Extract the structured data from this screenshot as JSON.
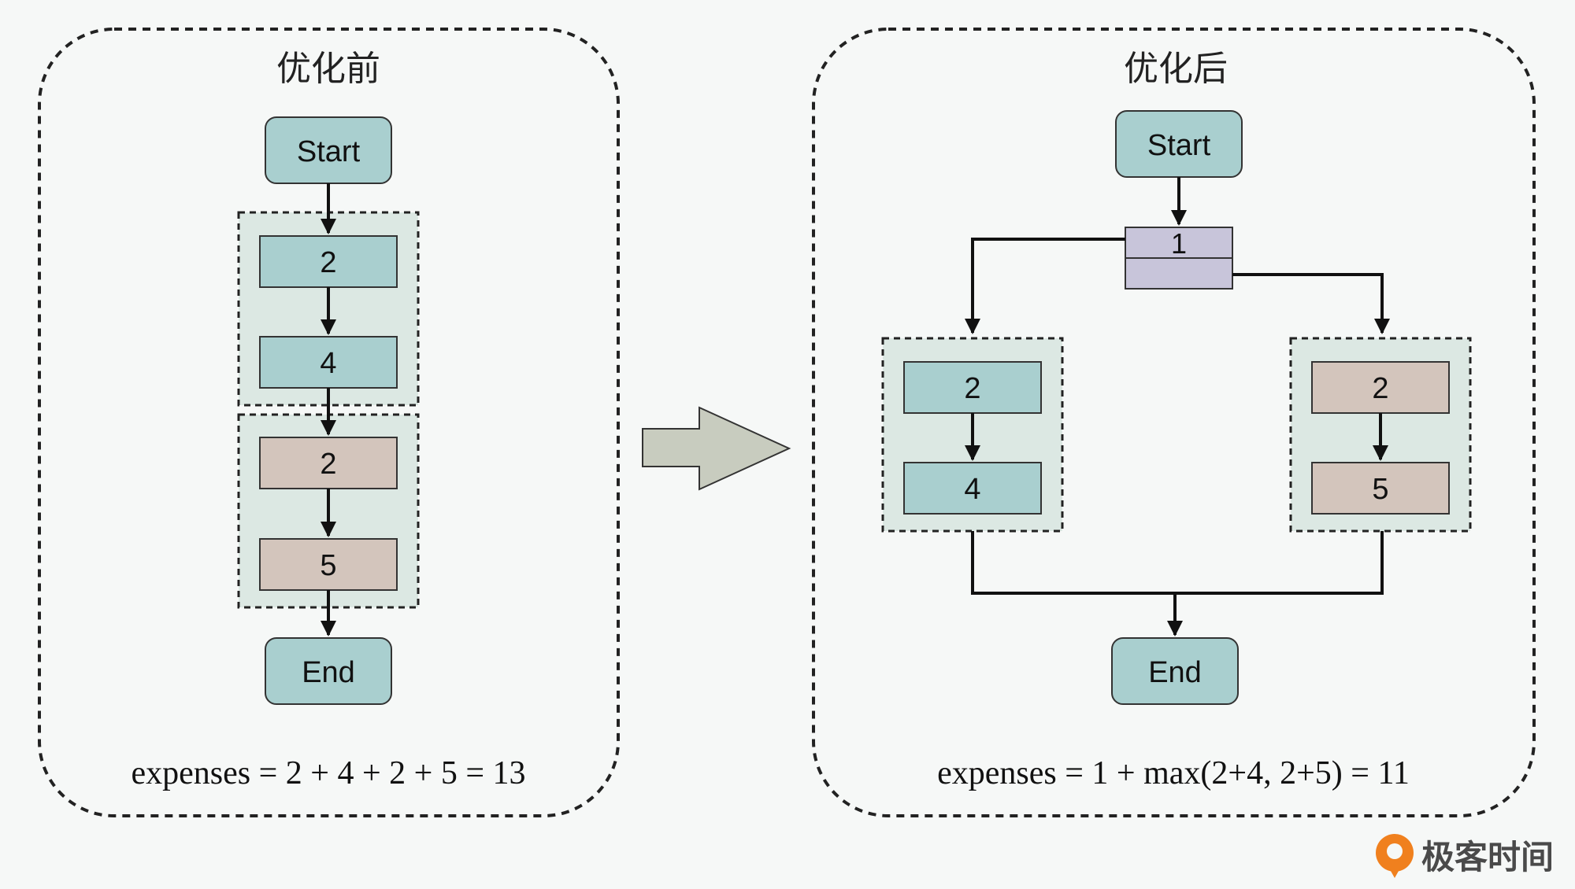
{
  "before": {
    "title": "优化前",
    "start": "Start",
    "end": "End",
    "nodes": [
      "2",
      "4",
      "2",
      "5"
    ],
    "formula": "expenses = 2 + 4 + 2 + 5 = 13"
  },
  "after": {
    "title": "优化后",
    "start": "Start",
    "split": "1",
    "left_nodes": [
      "2",
      "4"
    ],
    "right_nodes": [
      "2",
      "5"
    ],
    "end": "End",
    "formula": "expenses = 1 + max(2+4, 2+5) = 11"
  },
  "brand": {
    "name": "极客时间"
  },
  "colors": {
    "teal": "#a9cfcf",
    "tan": "#d3c5bc",
    "lavender": "#c8c5da",
    "group_fill": "#dce8e3",
    "arrow_fill": "#c8ccbf",
    "brand_orange": "#f0801e"
  }
}
